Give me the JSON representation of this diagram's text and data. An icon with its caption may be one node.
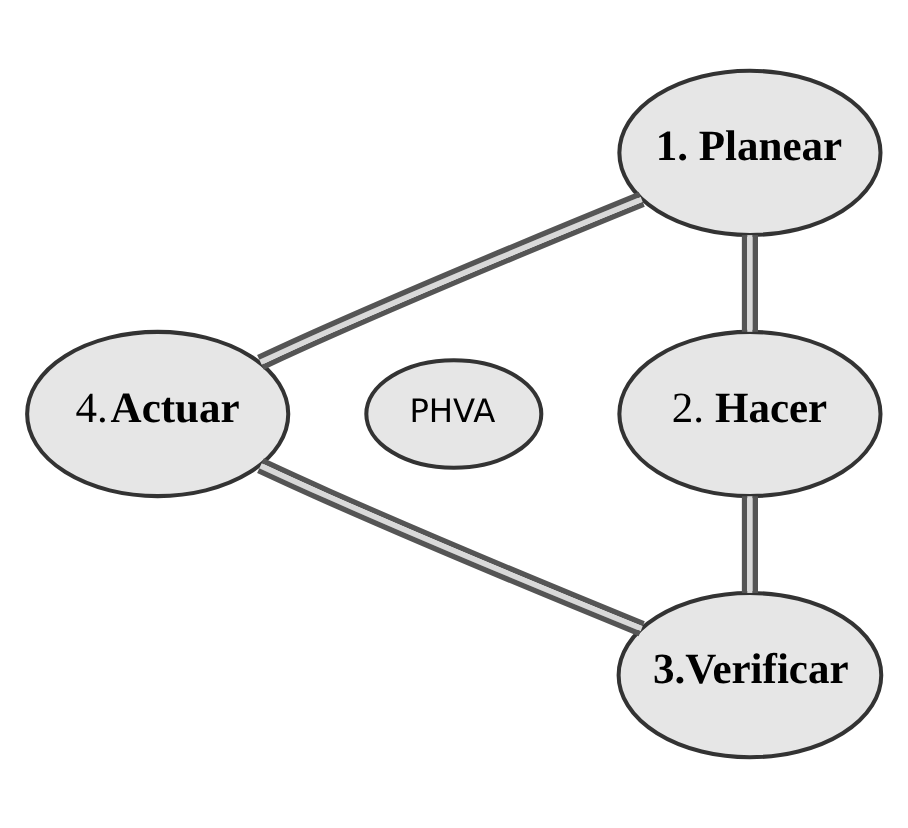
{
  "diagram": {
    "nodes": [
      {
        "text": [
          "**1. Planear**"
        ]
      },
      {
        "text": [
          "4.**Actuar**"
        ]
      },
      {
        "text": [
          "PHVA"
        ]
      },
      {
        "text": [
          "2. **Hacer**"
        ]
      },
      {
        "text": [
          "**3.Verificar**"
        ]
      }
    ],
    "edges": [
      {
        "from": 0,
        "to": 3,
        "arrow": "none"
      },
      {
        "from": 3,
        "to": 4,
        "arrow": "none"
      },
      {
        "from": 4,
        "to": 1,
        "arrow": "none"
      },
      {
        "from": 1,
        "to": 0,
        "arrow": "none"
      }
    ]
  }
}
